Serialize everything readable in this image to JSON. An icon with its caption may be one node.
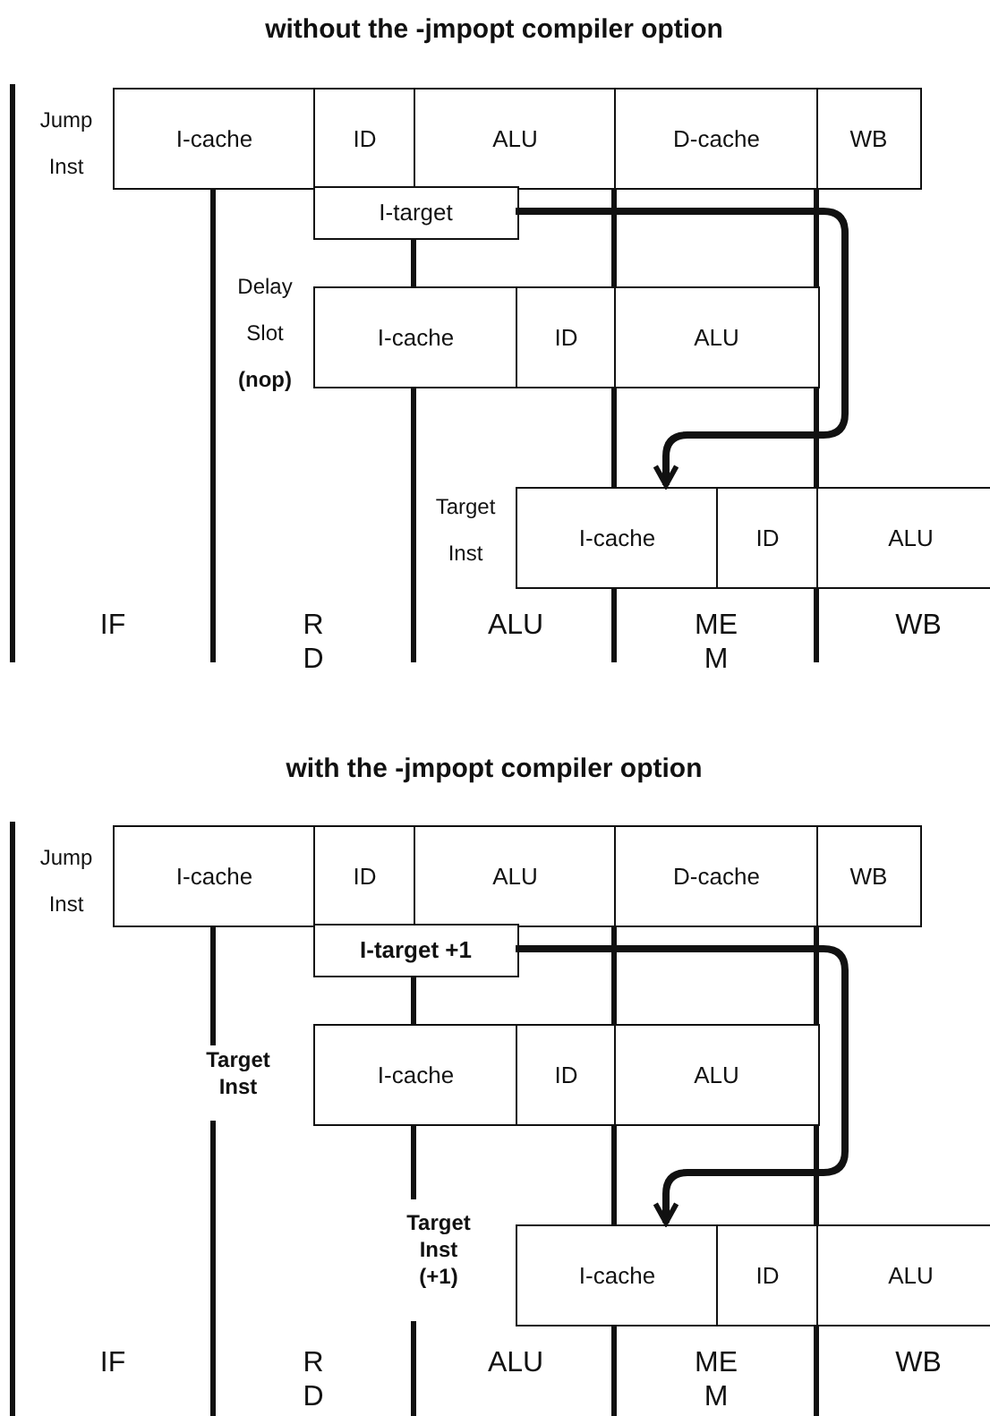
{
  "diagram": {
    "nodes": [
      {
        "text": [
          "I-cache"
        ]
      },
      {
        "text": [
          "ID"
        ]
      },
      {
        "text": [
          "ALU"
        ]
      },
      {
        "text": [
          "D-cache"
        ]
      },
      {
        "text": [
          "WB"
        ]
      },
      {
        "text": [
          "I-target"
        ]
      },
      {
        "text": [
          "I-cache"
        ]
      },
      {
        "text": [
          "ID"
        ]
      },
      {
        "text": [
          "ALU"
        ]
      },
      {
        "text": [
          "I-cache"
        ]
      },
      {
        "text": [
          "ID"
        ]
      },
      {
        "text": [
          "ALU"
        ]
      },
      {
        "text": [
          "I-cache"
        ]
      },
      {
        "text": [
          "ID"
        ]
      },
      {
        "text": [
          "ALU"
        ]
      },
      {
        "text": [
          "D-cache"
        ]
      },
      {
        "text": [
          "WB"
        ]
      },
      {
        "text": [
          "I-target +1"
        ]
      },
      {
        "text": [
          "I-cache"
        ]
      },
      {
        "text": [
          "ID"
        ]
      },
      {
        "text": [
          "ALU"
        ]
      },
      {
        "text": [
          "I-cache"
        ]
      },
      {
        "text": [
          "ID"
        ]
      },
      {
        "text": [
          "ALU"
        ]
      }
    ],
    "edges": [
      {
        "from": 5,
        "to": 9,
        "arrow": "to"
      },
      {
        "from": 17,
        "to": 21,
        "arrow": "to"
      }
    ],
    "labels": [
      "without the -jmpopt compiler option",
      "Jump Inst",
      "Delay Slot **(nop)**",
      "Target Inst",
      "IF",
      "R D",
      "ALU",
      "ME M",
      "WB",
      "with the -jmpopt compiler option",
      "Jump Inst",
      "Target Inst",
      "Target Inst (+1)",
      "IF",
      "R D",
      "ALU",
      "ME M",
      "WB"
    ]
  }
}
